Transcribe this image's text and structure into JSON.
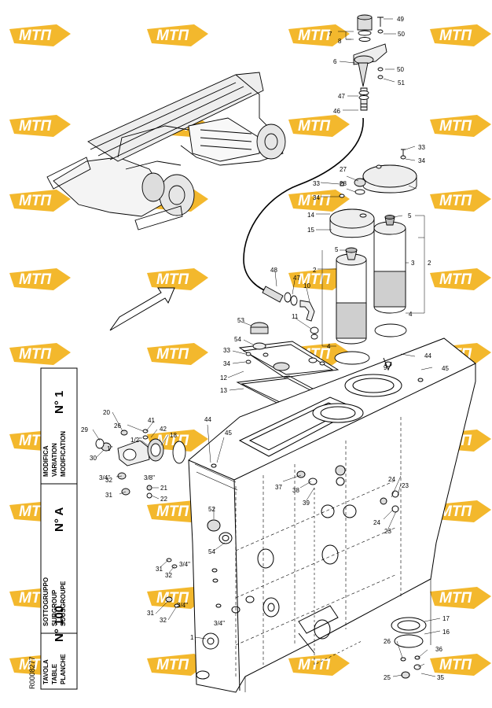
{
  "watermark": {
    "text": "МТП",
    "color": "#f2b21c"
  },
  "title_block": {
    "drawing_code": "R0008277",
    "table_words": [
      "TAVOLA",
      "TABLE",
      "PLANCHE"
    ],
    "table_number": "N° 100",
    "subgroup_words": [
      "SOTTOGRUPPO",
      "SUBGROUP",
      "SOUSGROUPE"
    ],
    "subgroup_value": "N° A",
    "modification_words": [
      "MODIFICA",
      "VARIATION",
      "MODIFICATION"
    ],
    "modification_value": "N° 1"
  },
  "callouts": {
    "c49": "49",
    "c50a": "50",
    "c7": "7",
    "c8": "8",
    "c6": "6",
    "c50b": "50",
    "c51": "51",
    "c47a": "47",
    "c46": "46",
    "c33a": "33",
    "c34a": "34",
    "c27": "27",
    "c28": "28",
    "c33b": "33",
    "c34b": "34",
    "c14a": "14",
    "c15": "15",
    "c5a": "5",
    "c5b": "5",
    "c3": "3",
    "c2a": "2",
    "c2b": "2",
    "c4a": "4",
    "c4b": "4",
    "c48": "48",
    "c47b": "47",
    "c10": "10",
    "c11": "11",
    "c53": "53",
    "c54a": "54",
    "c33c": "33",
    "c34c": "34",
    "c12": "12",
    "c13": "13",
    "c44a": "44",
    "c45a": "45",
    "c9": "9",
    "c44b": "44",
    "c45b": "45",
    "c20": "20",
    "c26a": "26",
    "c29": "29",
    "c30": "30",
    "c41": "41",
    "c42": "42",
    "c12in": "1/2\"",
    "c18": "18",
    "c1a": "1\"",
    "c34in": "3/4\"",
    "c38in": "3/8\"",
    "c32a": "32",
    "c21": "21",
    "c31a": "31",
    "c22": "22",
    "c37": "37",
    "c38": "38",
    "c39": "39",
    "c52": "52",
    "c54b": "54",
    "c24a": "24",
    "c23a": "23",
    "c24b": "24",
    "c23b": "23",
    "c31b": "31",
    "c32b": "32",
    "c34in2": "3/4\"",
    "c31c": "31",
    "c32c": "32",
    "c34in3": "3/4\"",
    "c34in4": "3/4\"",
    "c1": "1",
    "c17": "17",
    "c16": "16",
    "c26b": "26",
    "c36": "36",
    "c25": "25",
    "c35": "35"
  }
}
